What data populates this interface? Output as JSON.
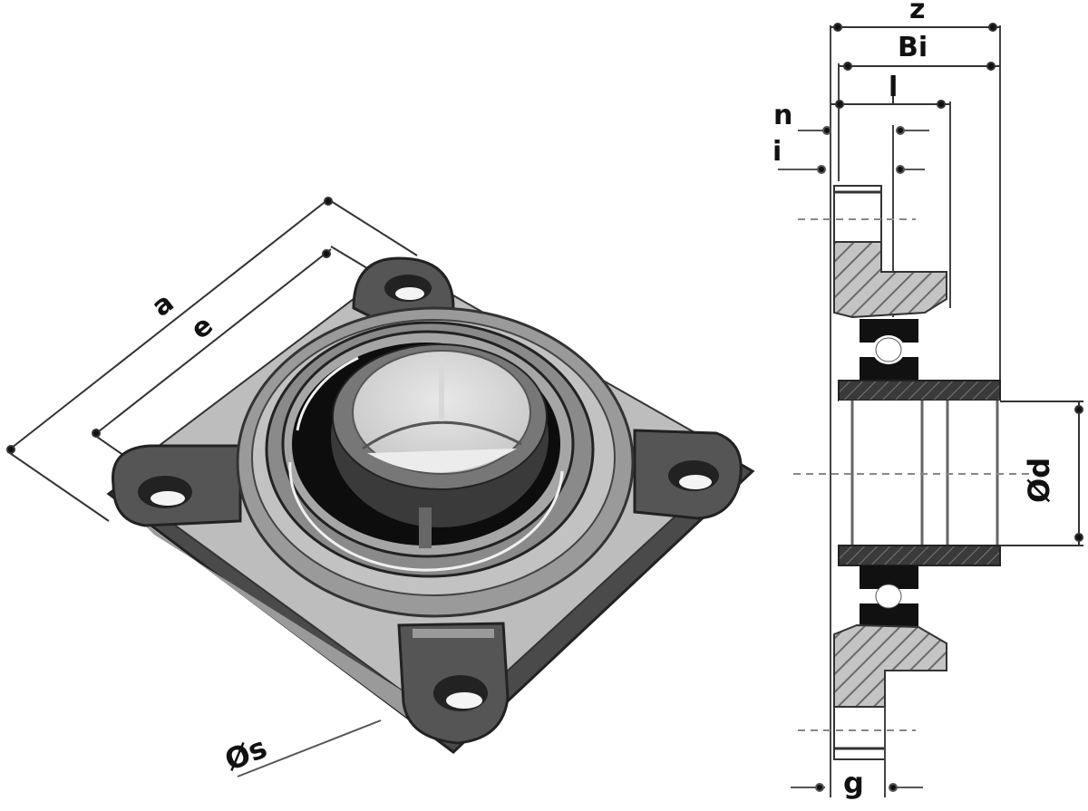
{
  "diagram": {
    "title": "Square flange bearing unit dimension drawing",
    "views": {
      "isometric": {
        "description": "4-bolt square flange housing with insert ball bearing"
      },
      "section": {
        "description": "Side cross-section of flange unit with bearing"
      }
    },
    "labels": {
      "a": "a",
      "e": "e",
      "s": "Øs",
      "z": "z",
      "Bi": "Bi",
      "l": "l",
      "n": "n",
      "i": "i",
      "d": "Ød",
      "g": "g"
    },
    "colors": {
      "line": "#222222",
      "housing_light": "#bdbdbd",
      "housing_mid": "#8a8a8a",
      "housing_dark": "#4a4a4a",
      "bore": "#dcdcdc",
      "bearing_black": "#111111",
      "hatch": "#9a9a9a"
    }
  }
}
